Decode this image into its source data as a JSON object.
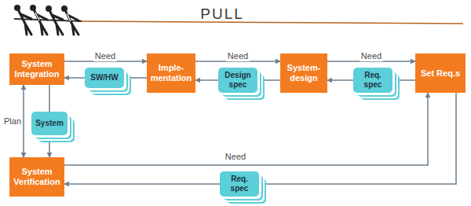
{
  "diagram": {
    "title": "PULL",
    "nodes": [
      {
        "text": [
          "System Integration"
        ]
      },
      {
        "text": [
          "SW/HW"
        ]
      },
      {
        "text": [
          "Imple- mentation"
        ]
      },
      {
        "text": [
          "Design spec"
        ]
      },
      {
        "text": [
          "System- design"
        ]
      },
      {
        "text": [
          "Req. spec"
        ]
      },
      {
        "text": [
          "Set Req.s"
        ]
      },
      {
        "text": [
          "System"
        ]
      },
      {
        "text": [
          "System Verification"
        ]
      },
      {
        "text": [
          "Req. spec"
        ]
      }
    ],
    "edges": [
      {
        "from": 0,
        "to": 2,
        "label": "Need",
        "arrow": "to"
      },
      {
        "from": 2,
        "to": 4,
        "label": "Need",
        "arrow": "to"
      },
      {
        "from": 4,
        "to": 6,
        "label": "Need",
        "arrow": "to"
      },
      {
        "from": 2,
        "to": 1,
        "arrow": "none"
      },
      {
        "from": 1,
        "to": 0,
        "arrow": "to"
      },
      {
        "from": 4,
        "to": 3,
        "arrow": "none"
      },
      {
        "from": 3,
        "to": 2,
        "arrow": "to"
      },
      {
        "from": 6,
        "to": 5,
        "arrow": "none"
      },
      {
        "from": 5,
        "to": 4,
        "arrow": "to"
      },
      {
        "from": 0,
        "to": 7,
        "arrow": "none"
      },
      {
        "from": 7,
        "to": 8,
        "arrow": "to"
      },
      {
        "from": 8,
        "to": 0,
        "label": "Plan",
        "arrow": "both"
      },
      {
        "from": 8,
        "to": 6,
        "label": "Need",
        "arrow": "to"
      },
      {
        "from": 6,
        "to": 9,
        "arrow": "none"
      },
      {
        "from": 9,
        "to": 8,
        "arrow": "to"
      }
    ]
  }
}
